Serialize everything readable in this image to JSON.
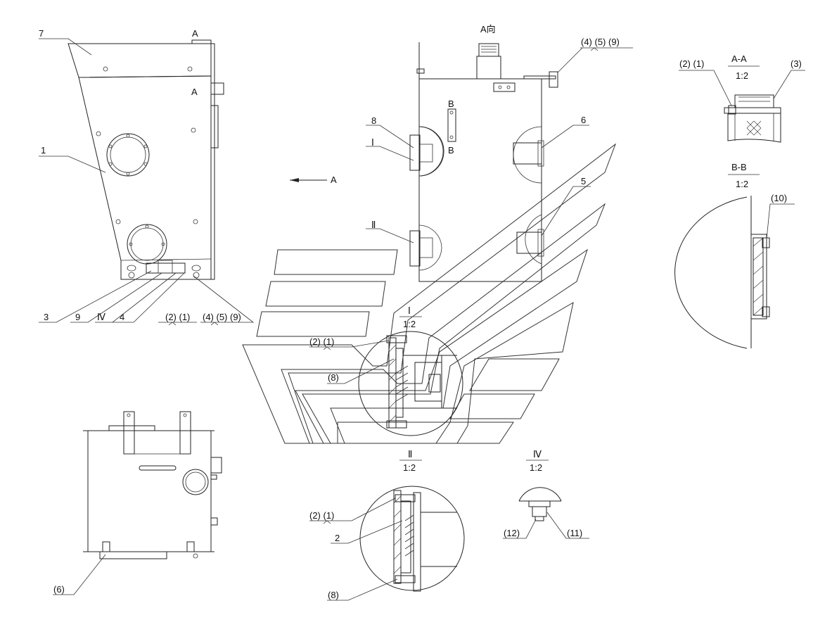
{
  "colors": {
    "line": "#222222",
    "background": "#ffffff"
  },
  "main_view": {
    "labels": {
      "part7": "7",
      "part1": "1",
      "view_a_top": "A",
      "view_a_mid": "A",
      "arrow_a": "A",
      "part3": "3",
      "part9": "9",
      "detail4_roman": "Ⅳ",
      "part4": "4",
      "parts_2_1": "(2) (1)",
      "parts_4_5_9": "(4) (5) (9)"
    }
  },
  "view_a": {
    "title": "A向",
    "parts_4_5_9": "(4) (5) (9)",
    "section_b_top": "B",
    "section_b_bottom": "B",
    "part8": "8",
    "detail1_roman": "Ⅰ",
    "detail2_roman": "Ⅱ",
    "part6": "6",
    "part5": "5"
  },
  "section_aa": {
    "title": "A-A",
    "scale": "1:2",
    "parts_2_1": "(2) (1)",
    "part3": "(3)"
  },
  "section_bb": {
    "title": "B-B",
    "scale": "1:2",
    "part10": "(10)"
  },
  "detail_1": {
    "title": "Ⅰ",
    "scale": "1:2",
    "parts_2_1": "(2) (1)",
    "part8": "(8)"
  },
  "detail_2": {
    "title": "Ⅱ",
    "scale": "1:2",
    "parts_2_1": "(2) (1)",
    "part2": "2",
    "part8": "(8)"
  },
  "detail_4": {
    "title": "Ⅳ",
    "scale": "1:2",
    "part12": "(12)",
    "part11": "(11)"
  },
  "bottom_view": {
    "part6": "(6)"
  }
}
